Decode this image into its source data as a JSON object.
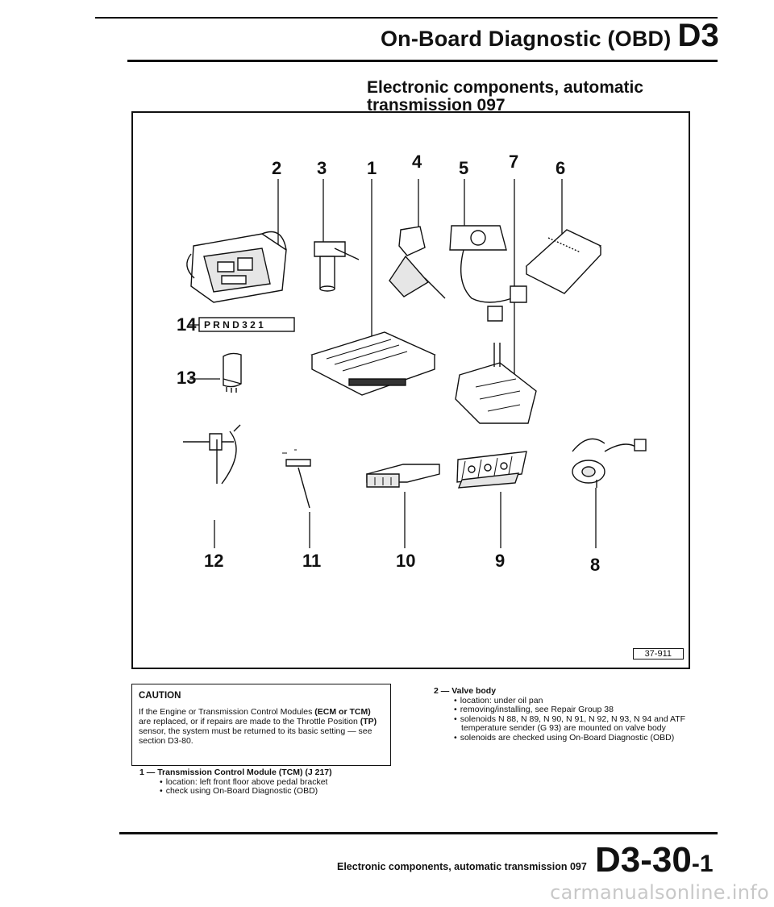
{
  "header": {
    "title": "On-Board Diagnostic (OBD)",
    "section": "D3"
  },
  "section_title": "Electronic components, automatic transmission 097",
  "figure": {
    "id": "37-911",
    "labels": [
      "1",
      "2",
      "3",
      "4",
      "5",
      "6",
      "7",
      "8",
      "9",
      "10",
      "11",
      "12",
      "13",
      "14"
    ],
    "selector_text": "P R N D 3 2 1"
  },
  "caution": {
    "heading": "CAUTION",
    "text_1": "If the Engine or Transmission Control Modules ",
    "bold_1": "(ECM or TCM)",
    "text_2": " are replaced, or if repairs are made to the Throttle Position ",
    "bold_2": "(TP)",
    "text_3": " sensor, the system must be returned to its basic setting — see section D3-80."
  },
  "items": [
    {
      "number": "1",
      "title": "Transmission Control Module (TCM) (J 217)",
      "bullets": [
        "location: left front floor above pedal bracket",
        "check using On-Board Diagnostic (OBD)"
      ]
    },
    {
      "number": "2",
      "title": "Valve body",
      "bullets": [
        "location: under oil pan",
        "removing/installing, see Repair Group 38",
        "solenoids N 88, N 89, N 90, N 91, N 92, N 93, N 94 and ATF temperature sender (G 93) are mounted on valve body",
        "solenoids are checked using On-Board Diagnostic (OBD)"
      ]
    }
  ],
  "footer": {
    "text": "Electronic components, automatic transmission 097",
    "page": "D3-30",
    "page_suffix": "-1"
  },
  "watermark": "carmanualsonline.info"
}
